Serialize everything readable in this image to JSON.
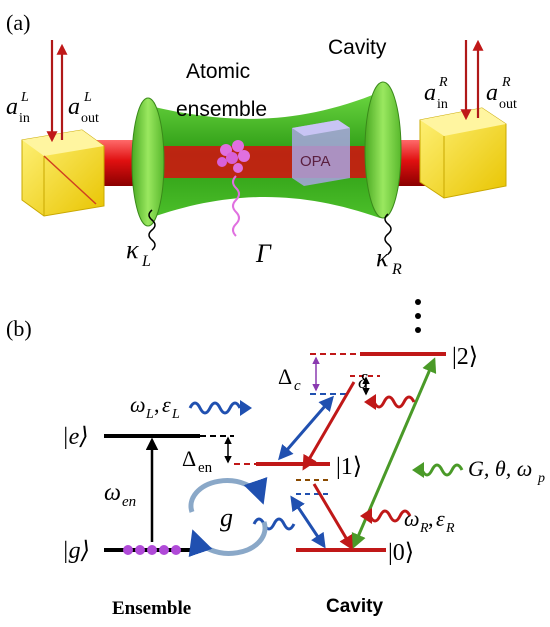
{
  "colors": {
    "laser_red": "#e01010",
    "cavity_green": "#3fbf1f",
    "mirror_green": "#6fd23a",
    "cube_yellow": "#ffe21a",
    "opa_purple": "#a8a4e0",
    "atom_pink": "#e070e0",
    "level_red": "#c01818",
    "wave_blue": "#2050b0",
    "pump_green": "#4a9a28",
    "delta_purple": "#8a3ab0",
    "ground_purple": "#b04ad8"
  },
  "panel_a": {
    "panel_label": "(a)",
    "atomic_ensemble_label_1": "Atomic",
    "atomic_ensemble_label_2": "ensemble",
    "cavity_label": "Cavity",
    "opa_label": "OPA",
    "left_port": {
      "a": "a",
      "in": "in",
      "in_sup": "L",
      "out": "out",
      "out_sup": "L"
    },
    "right_port": {
      "a": "a",
      "in": "in",
      "in_sup": "R",
      "out": "out",
      "out_sup": "R"
    },
    "kappa": "κ",
    "kappa_L_sub": "L",
    "kappa_R_sub": "R",
    "gamma": "Γ"
  },
  "panel_b": {
    "panel_label": "(b)",
    "ellipsis": "⋮",
    "level_2": "|2⟩",
    "level_1": "|1⟩",
    "level_0": "|0⟩",
    "level_e": "|e⟩",
    "level_g": "|g⟩",
    "delta": "Δ",
    "delta_c_sub": "c",
    "delta_en_sub": "en",
    "small_delta": "δ",
    "omega_L_label": "ω",
    "omega_L_sub": "L",
    "eps_L": "ε",
    "eps_L_sub": "L",
    "omega_R_label": "ω",
    "omega_R_sub": "R",
    "eps_R": "ε",
    "eps_R_sub": "R",
    "omega_en": "ω",
    "omega_en_sub": "en",
    "coupling_g": "g",
    "pump_label": "G, θ, ω",
    "pump_sub": "p",
    "comma": ",",
    "ensemble_caption": "Ensemble",
    "cavity_caption": "Cavity"
  }
}
